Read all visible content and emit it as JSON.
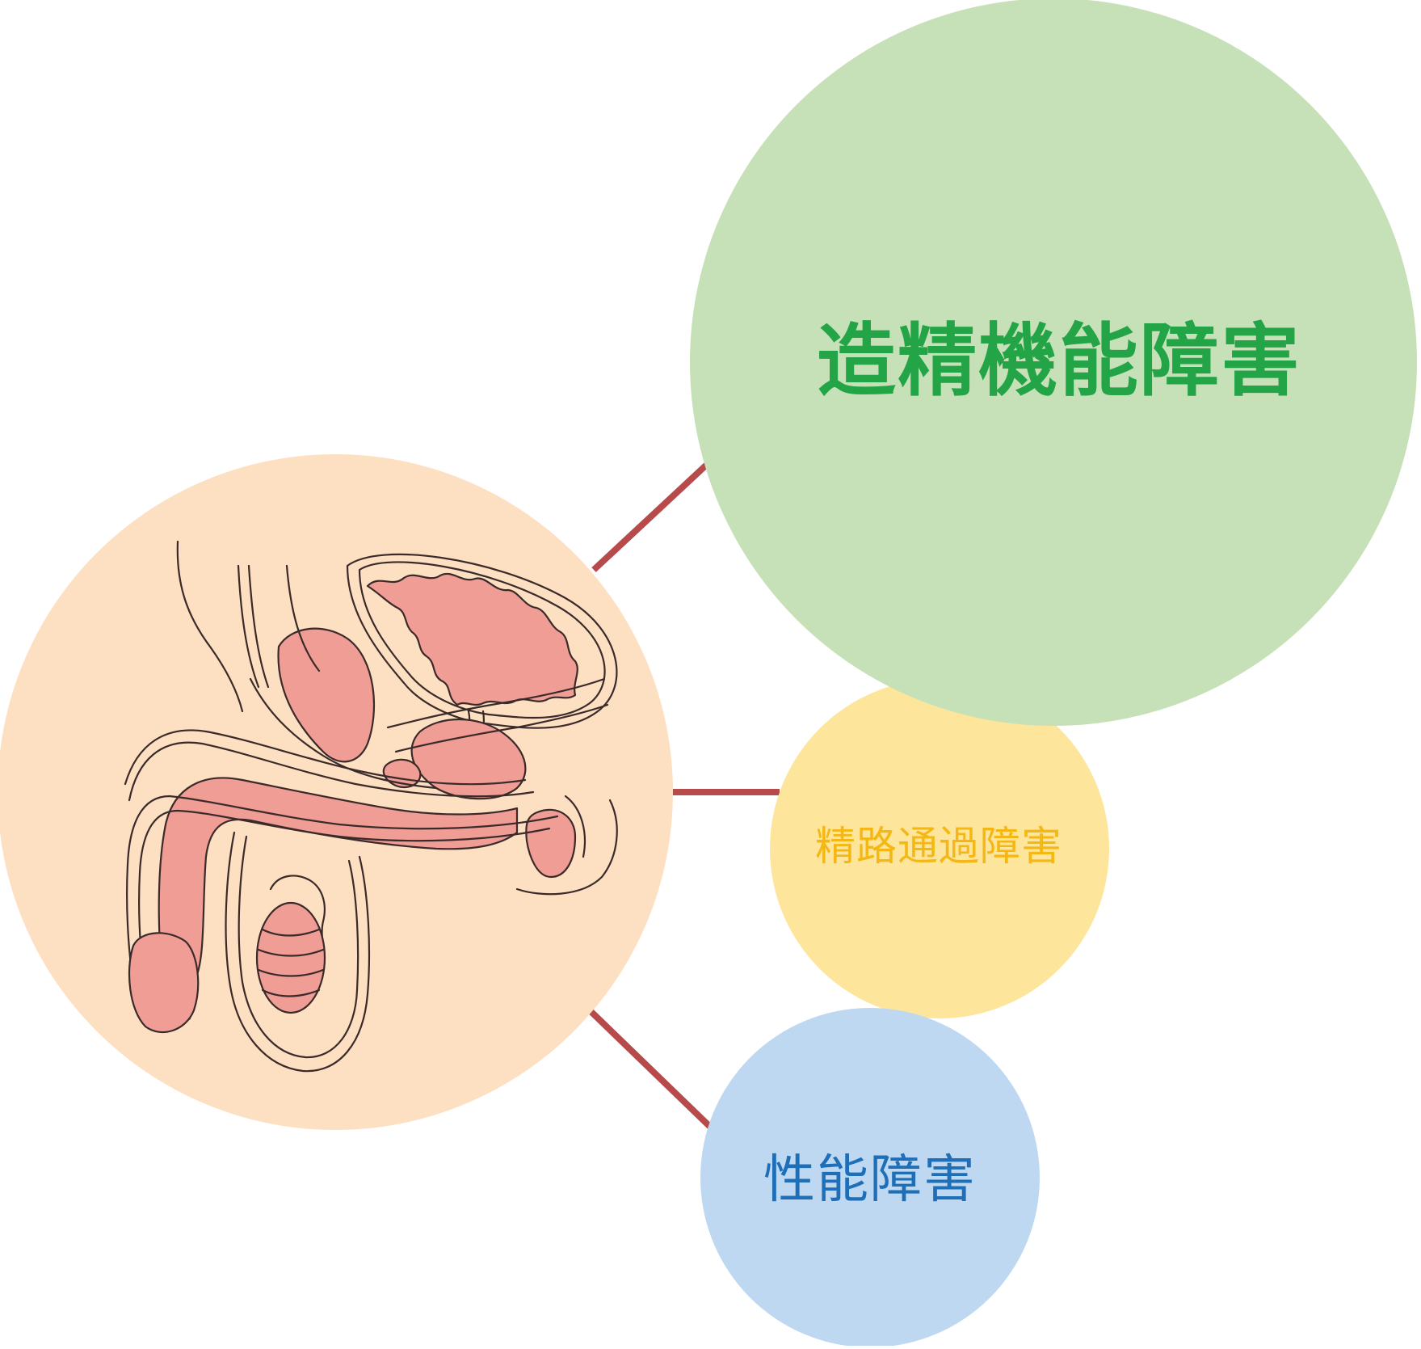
{
  "colors": {
    "anatomy_bg": "#fddfc1",
    "green_circle": "#c6e1b7",
    "green_text": "#23a447",
    "yellow_circle": "#fde59b",
    "yellow_text": "#f4b713",
    "blue_circle": "#bdd8f0",
    "blue_text": "#1f6fb8",
    "connector": "#b74a4a",
    "organ_fill": "#ef9d95",
    "outline": "#3a2a2a"
  },
  "nodes": {
    "spermatogenesis": {
      "label": "造精機能障害"
    },
    "passage": {
      "label": "精路通過障害"
    },
    "sexual": {
      "label": "性能障害"
    }
  }
}
